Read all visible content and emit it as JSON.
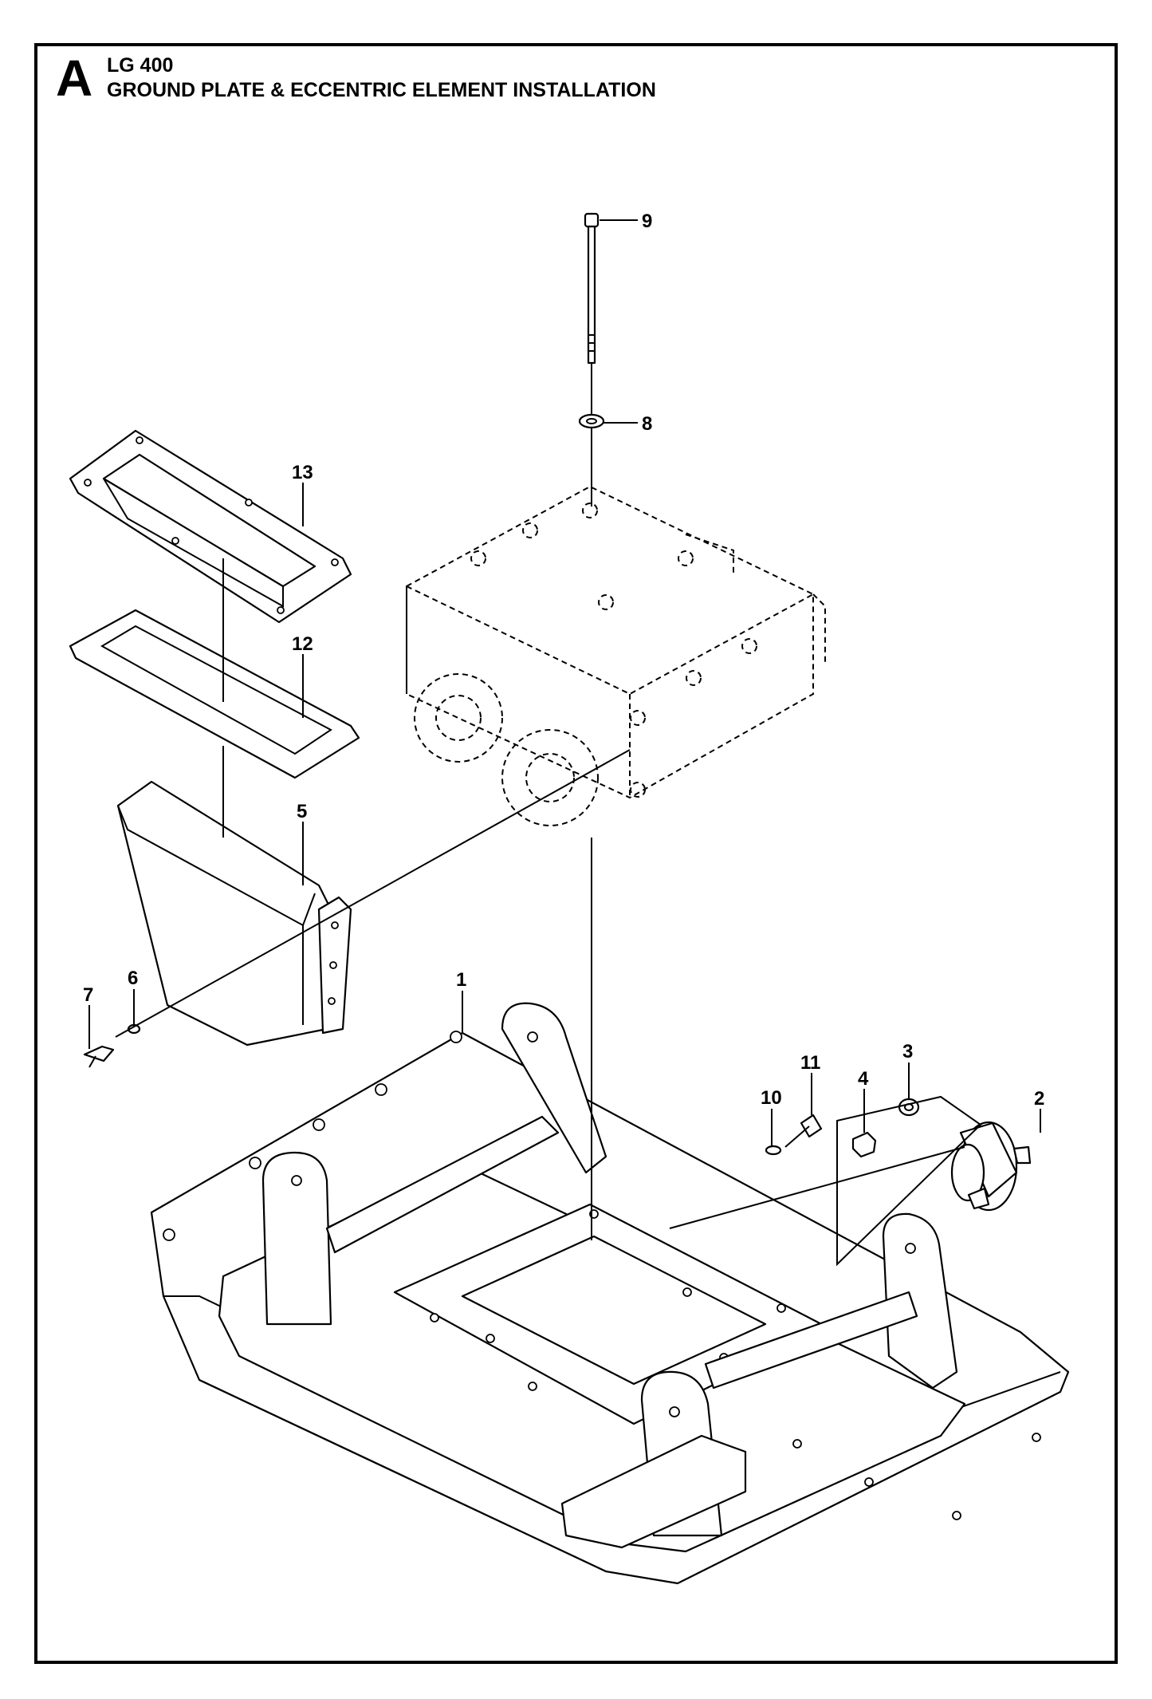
{
  "header": {
    "section_letter": "A",
    "model": "LG 400",
    "title": "GROUND PLATE & ECCENTRIC ELEMENT INSTALLATION"
  },
  "callouts": {
    "c1": "1",
    "c2": "2",
    "c3": "3",
    "c4": "4",
    "c5": "5",
    "c6": "6",
    "c7": "7",
    "c8": "8",
    "c9": "9",
    "c10": "10",
    "c11": "11",
    "c12": "12",
    "c13": "13"
  },
  "colors": {
    "ink": "#000000",
    "paper": "#ffffff"
  }
}
